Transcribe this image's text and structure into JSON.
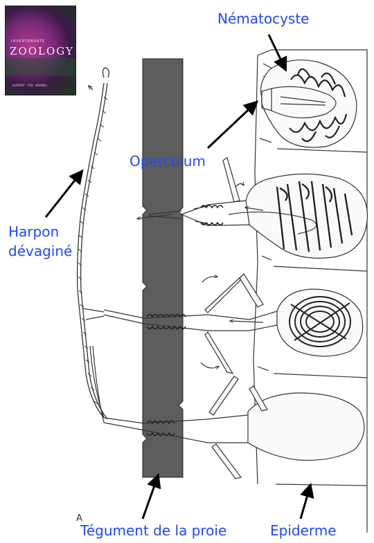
{
  "book_cover": {
    "subtitle": "INVERTEBRATE",
    "title": "ZOOLOGY",
    "authors": "RUPPERT · FOX · BARNES"
  },
  "labels": {
    "nematocyst": "Nématocyste",
    "operculum": "Operculum",
    "harpoon": "Harpon",
    "harpoon_line2": "dévaginé",
    "prey_tegument": "Tégument de la proie",
    "epidermis": "Epiderme"
  },
  "figure_letter": "A",
  "colors": {
    "label_blue": "#2148ff",
    "tegument_gray": "#5d5d5d",
    "line_ink": "#333333"
  }
}
